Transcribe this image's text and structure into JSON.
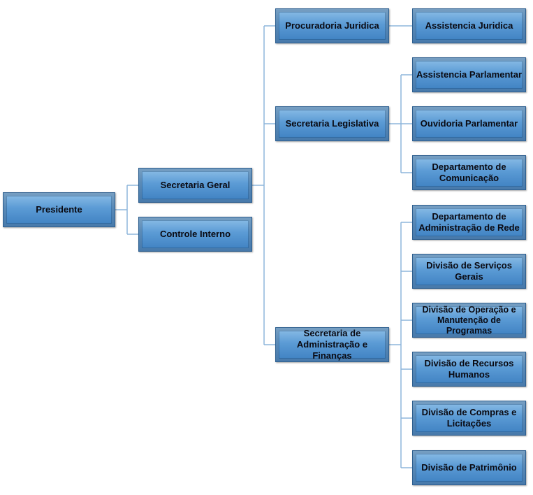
{
  "nodes": {
    "presidente": "Presidente",
    "secretaria_geral": "Secretaria Geral",
    "controle_interno": "Controle Interno",
    "procuradoria_juridica": "Procuradoria Juridica",
    "secretaria_legislativa": "Secretaria Legislativa",
    "secretaria_administracao": "Secretaria de Administração e Finanças",
    "assistencia_juridica": "Assistencia Juridica",
    "assistencia_parlamentar": "Assistencia Parlamentar",
    "ouvidoria_parlamentar": "Ouvidoria Parlamentar",
    "departamento_comunicacao": "Departamento de Comunicação",
    "departamento_administracao_rede": "Departamento de Administração de Rede",
    "divisao_servicos_gerais": "Divisão de Serviços Gerais",
    "divisao_operacao": "Divisão de Operação e Manutenção de Programas",
    "divisao_recursos_humanos": "Divisão de Recursos Humanos",
    "divisao_compras": "Divisão de Compras e Licitações",
    "divisao_patrimonio": "Divisão de Patrimônio"
  },
  "colors": {
    "box_top": "#8fc0e8",
    "box_bottom": "#3d7fc0",
    "connector": "#8db6dc"
  }
}
